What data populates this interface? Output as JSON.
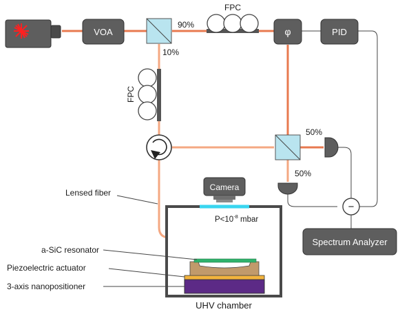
{
  "components": {
    "voa": "VOA",
    "phase": "φ",
    "pid": "PID",
    "spectrum_analyzer": "Spectrum Analyzer",
    "camera": "Camera",
    "fpc_top": "FPC",
    "fpc_left": "FPC",
    "minus": "−"
  },
  "splitter_ratios": {
    "bs1_pass": "90%",
    "bs1_tap": "10%",
    "bs2_a": "50%",
    "bs2_b": "50%"
  },
  "chamber": {
    "label": "UHV chamber",
    "pressure_base": "P<10",
    "pressure_exp": "-8",
    "pressure_unit": " mbar"
  },
  "callouts": {
    "lensed_fiber": "Lensed fiber",
    "resonator": "a-SiC resonator",
    "piezo": "Piezoelectric actuator",
    "nanopositioner": "3-axis nanopositioner"
  },
  "colors": {
    "fiber": "#e8794f",
    "fiber_light": "#f4a882",
    "device_box": "#5e5e5e",
    "splitter": "#b9e4ef",
    "window": "#39d6f0",
    "resonator": "#2fb36c",
    "piezo_gold": "#f2b33d",
    "nanopositioner": "#5c2a86",
    "stage": "#c19a6b"
  }
}
